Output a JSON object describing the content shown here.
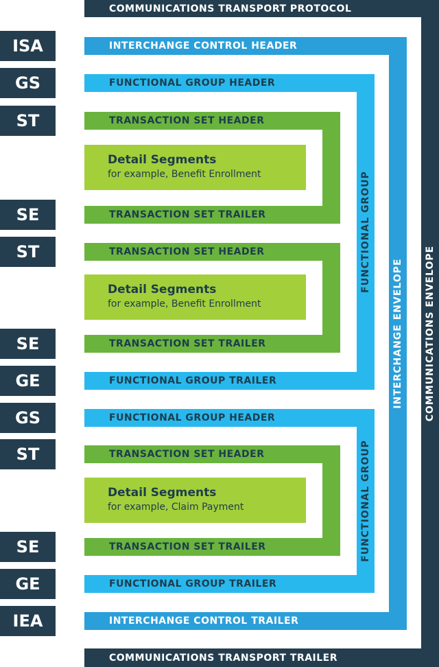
{
  "codes": {
    "isa": "ISA",
    "gs1": "GS",
    "st1": "ST",
    "se1": "SE",
    "st2": "ST",
    "se2": "SE",
    "ge1": "GE",
    "gs2": "GS",
    "st3": "ST",
    "se3": "SE",
    "ge2": "GE",
    "iea": "IEA"
  },
  "labels": {
    "comm_protocol": "COMMUNICATIONS TRANSPORT PROTOCOL",
    "comm_trailer": "COMMUNICATIONS TRANSPORT TRAILER",
    "comm_envelope": "COMMUNICATIONS ENVELOPE",
    "interchange_header": "INTERCHANGE CONTROL HEADER",
    "interchange_trailer": "INTERCHANGE CONTROL TRAILER",
    "interchange_envelope": "INTERCHANGE ENVELOPE",
    "functional_group_header_1": "FUNCTIONAL GROUP HEADER",
    "functional_group_trailer_1": "FUNCTIONAL GROUP TRAILER",
    "functional_group_1": "FUNCTIONAL GROUP",
    "functional_group_header_2": "FUNCTIONAL GROUP HEADER",
    "functional_group_trailer_2": "FUNCTIONAL GROUP TRAILER",
    "functional_group_2": "FUNCTIONAL GROUP",
    "ts_header_1": "TRANSACTION SET HEADER",
    "ts_trailer_1": "TRANSACTION SET TRAILER",
    "ts_header_2": "TRANSACTION SET HEADER",
    "ts_trailer_2": "TRANSACTION SET TRAILER",
    "ts_header_3": "TRANSACTION SET HEADER",
    "ts_trailer_3": "TRANSACTION SET TRAILER"
  },
  "details": [
    {
      "title": "Detail Segments",
      "subtitle": "for example, Benefit Enrollment"
    },
    {
      "title": "Detail Segments",
      "subtitle": "for example, Benefit Enrollment"
    },
    {
      "title": "Detail Segments",
      "subtitle": "for example, Claim Payment"
    }
  ],
  "colors": {
    "communications": "#243e4f",
    "interchange": "#2b9fd9",
    "functional_group": "#29b8ee",
    "transaction_set": "#6ab43e",
    "detail_segments": "#a3cf3b",
    "segment_code": "#243e4f"
  }
}
